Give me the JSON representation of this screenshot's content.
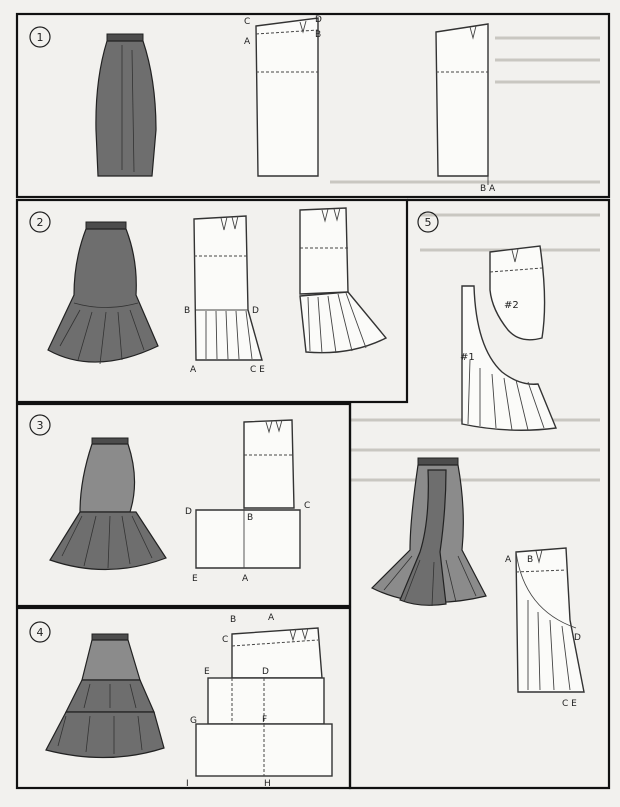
{
  "panels": [
    {
      "number": "1",
      "points": [
        "C",
        "D",
        "A",
        "B",
        "B A"
      ]
    },
    {
      "number": "2",
      "points": [
        "B",
        "D",
        "A",
        "C E"
      ]
    },
    {
      "number": "3",
      "points": [
        "D",
        "B",
        "C",
        "E",
        "A"
      ]
    },
    {
      "number": "4",
      "points": [
        "B",
        "A",
        "C",
        "E",
        "D",
        "G",
        "F",
        "I",
        "H"
      ]
    },
    {
      "number": "5",
      "points": [
        "#2",
        "#1",
        "A",
        "B",
        "D",
        "C E"
      ]
    }
  ]
}
